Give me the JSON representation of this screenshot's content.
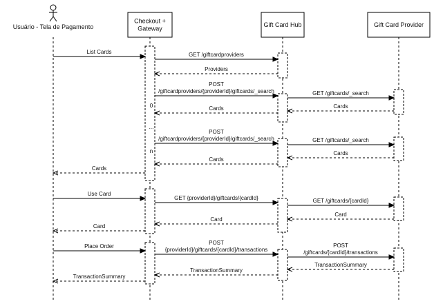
{
  "participants": [
    {
      "id": "user",
      "label_lines": [
        "Usuário - Tela de Pagamento"
      ],
      "kind": "actor"
    },
    {
      "id": "checkout",
      "label_lines": [
        "Checkout +",
        "Gateway"
      ],
      "kind": "box"
    },
    {
      "id": "hub",
      "label_lines": [
        "Gift Card Hub"
      ],
      "kind": "box"
    },
    {
      "id": "provider",
      "label_lines": [
        "Gift Card Provider"
      ],
      "kind": "box"
    }
  ],
  "messages": [
    {
      "from": "user",
      "to": "checkout",
      "label_lines": [
        "List Cards"
      ],
      "reply": false
    },
    {
      "from": "checkout",
      "to": "hub",
      "label_lines": [
        "GET /giftcardproviders"
      ],
      "reply": false
    },
    {
      "from": "hub",
      "to": "checkout",
      "label_lines": [
        "Providers"
      ],
      "reply": true
    },
    {
      "from": "checkout",
      "to": "hub",
      "label_lines": [
        "POST",
        "/giftcardproviders/{providerId}/giftcards/_search"
      ],
      "reply": false
    },
    {
      "from": "hub",
      "to": "provider",
      "label_lines": [
        "GET /giftcards/_search"
      ],
      "reply": false
    },
    {
      "from": "provider",
      "to": "hub",
      "label_lines": [
        "Cards"
      ],
      "reply": true
    },
    {
      "from": "hub",
      "to": "checkout",
      "label_lines": [
        "Cards"
      ],
      "reply": true
    },
    {
      "from": "checkout",
      "to": "hub",
      "label_lines": [
        "POST",
        "/giftcardproviders/{providerId}/giftcards/_search"
      ],
      "reply": false
    },
    {
      "from": "hub",
      "to": "provider",
      "label_lines": [
        "GET /giftcards/_search"
      ],
      "reply": false
    },
    {
      "from": "provider",
      "to": "hub",
      "label_lines": [
        "Cards"
      ],
      "reply": true
    },
    {
      "from": "hub",
      "to": "checkout",
      "label_lines": [
        "Cards"
      ],
      "reply": true
    },
    {
      "from": "checkout",
      "to": "user",
      "label_lines": [
        "Cards"
      ],
      "reply": true
    },
    {
      "from": "user",
      "to": "checkout",
      "label_lines": [
        "Use Card"
      ],
      "reply": false
    },
    {
      "from": "checkout",
      "to": "hub",
      "label_lines": [
        "GET {providerId}/giftcards/{cardId}"
      ],
      "reply": false
    },
    {
      "from": "hub",
      "to": "provider",
      "label_lines": [
        "GET /giftcards/{cardId}"
      ],
      "reply": false
    },
    {
      "from": "provider",
      "to": "hub",
      "label_lines": [
        "Card"
      ],
      "reply": true
    },
    {
      "from": "hub",
      "to": "checkout",
      "label_lines": [
        "Card"
      ],
      "reply": true
    },
    {
      "from": "checkout",
      "to": "user",
      "label_lines": [
        "Card"
      ],
      "reply": true
    },
    {
      "from": "user",
      "to": "checkout",
      "label_lines": [
        "Place Order"
      ],
      "reply": false
    },
    {
      "from": "checkout",
      "to": "hub",
      "label_lines": [
        "POST",
        "{providerId}/giftcards/{cardId}/transactions"
      ],
      "reply": false
    },
    {
      "from": "hub",
      "to": "provider",
      "label_lines": [
        "POST",
        "/giftcards/{cardId}/transactions"
      ],
      "reply": false
    },
    {
      "from": "provider",
      "to": "hub",
      "label_lines": [
        "TransactionSummary"
      ],
      "reply": true
    },
    {
      "from": "hub",
      "to": "checkout",
      "label_lines": [
        "TransactionSummary"
      ],
      "reply": true
    },
    {
      "from": "checkout",
      "to": "user",
      "label_lines": [
        "TransactionSummary"
      ],
      "reply": true
    }
  ],
  "loop_markers": [
    "0",
    "...",
    "n"
  ]
}
